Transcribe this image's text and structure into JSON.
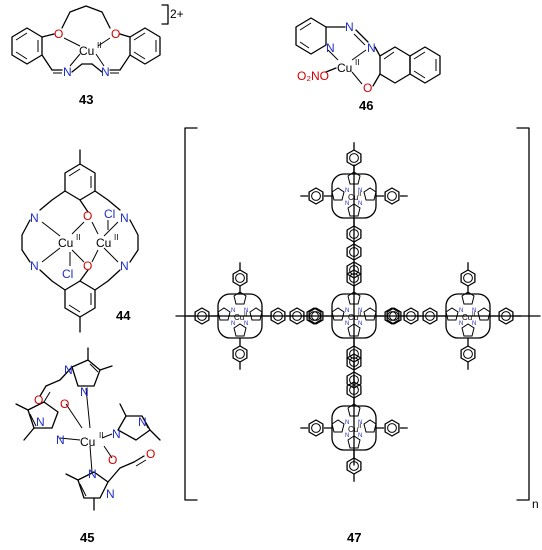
{
  "compounds": [
    {
      "label": "43",
      "charge": "2+",
      "atoms": {
        "O": "O",
        "N": "N",
        "Cu": "Cu",
        "ox": "II"
      }
    },
    {
      "label": "46",
      "atoms": {
        "N": "N",
        "Cu": "Cu",
        "ox": "II",
        "O": "O",
        "nitrate": "O₂NO"
      }
    },
    {
      "label": "44",
      "atoms": {
        "N": "N",
        "O": "O",
        "Cu": "Cu",
        "ox": "II",
        "Cl": "Cl"
      }
    },
    {
      "label": "45",
      "atoms": {
        "N": "N",
        "O": "O",
        "Cu": "Cu",
        "ox": "II"
      }
    },
    {
      "label": "47",
      "repeat": "n",
      "atoms": {
        "N": "N",
        "Cu": "Cu",
        "ox": "II"
      }
    }
  ]
}
